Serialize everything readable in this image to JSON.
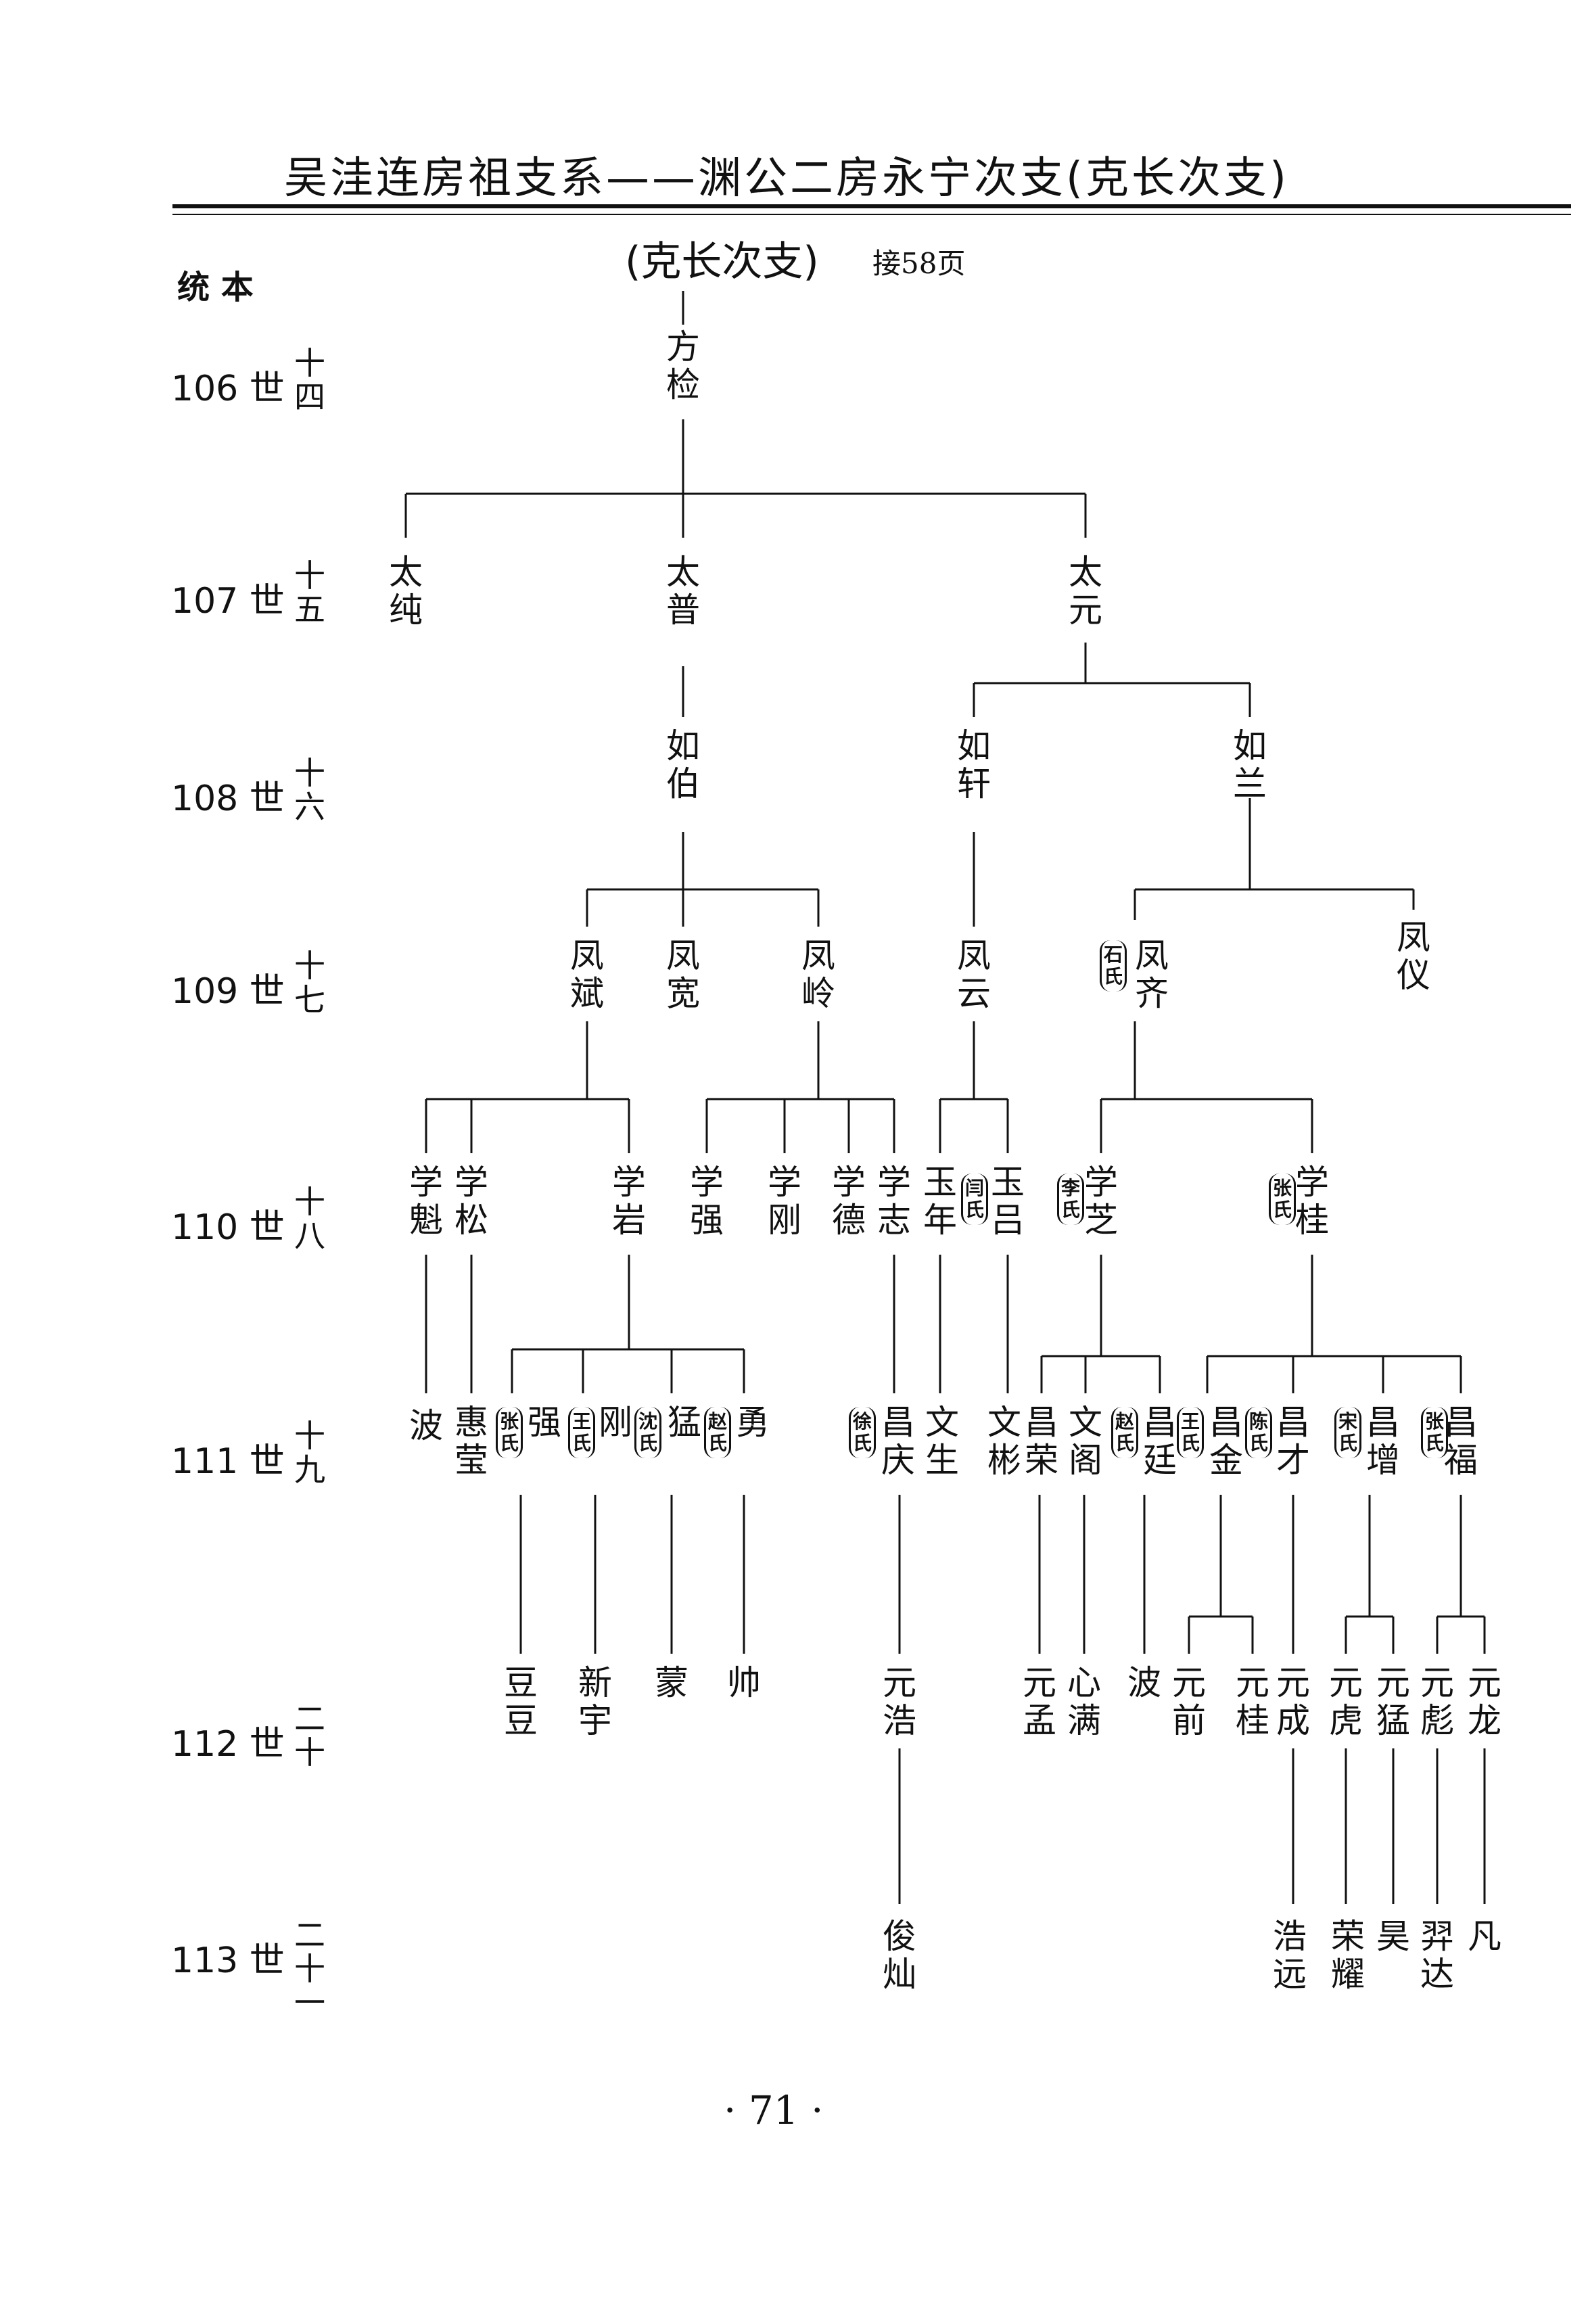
{
  "header": {
    "title": "吴洼连房祖支系——渊公二房永宁次支(克长次支)",
    "branch": "(克长次支)",
    "continuation": "接58页",
    "legend": "统 本"
  },
  "generations": [
    {
      "label": "106 世",
      "num": "十四"
    },
    {
      "label": "107 世",
      "num": "十五"
    },
    {
      "label": "108 世",
      "num": "十六"
    },
    {
      "label": "109 世",
      "num": "十七"
    },
    {
      "label": "110 世",
      "num": "十八"
    },
    {
      "label": "111 世",
      "num": "十九"
    },
    {
      "label": "112 世",
      "num": "二十"
    },
    {
      "label": "113 世",
      "num": "二十一"
    }
  ],
  "persons": [
    "方检",
    "太纯",
    "太普",
    "太元",
    "如伯",
    "如轩",
    "如兰",
    "凤斌",
    "凤宽",
    "凤岭",
    "凤云",
    "凤齐",
    "凤仪",
    "学魁",
    "学松",
    "学岩",
    "学强",
    "学刚",
    "学德",
    "学志",
    "玉年",
    "玉吕",
    "学芝",
    "学桂",
    "波",
    "惠莹",
    "强",
    "刚",
    "猛",
    "勇",
    "昌庆",
    "文生",
    "文彬",
    "昌荣",
    "文阁",
    "昌廷",
    "昌金",
    "昌才",
    "昌增",
    "昌福",
    "豆豆",
    "新宇",
    "蒙",
    "帅",
    "元浩",
    "元孟",
    "心满",
    "波",
    "元前",
    "元桂",
    "元成",
    "元虎",
    "元猛",
    "元彪",
    "元龙",
    "俊灿",
    "浩远",
    "荣耀",
    "昊",
    "羿达",
    "凡"
  ],
  "spouses": [
    "石氏",
    "闫氏",
    "李氏",
    "张氏",
    "张氏",
    "王氏",
    "沈氏",
    "赵氏",
    "徐氏",
    "赵氏",
    "王氏",
    "陈氏",
    "宋氏",
    "张氏"
  ],
  "footer": {
    "page_number": "· 71 ·"
  }
}
